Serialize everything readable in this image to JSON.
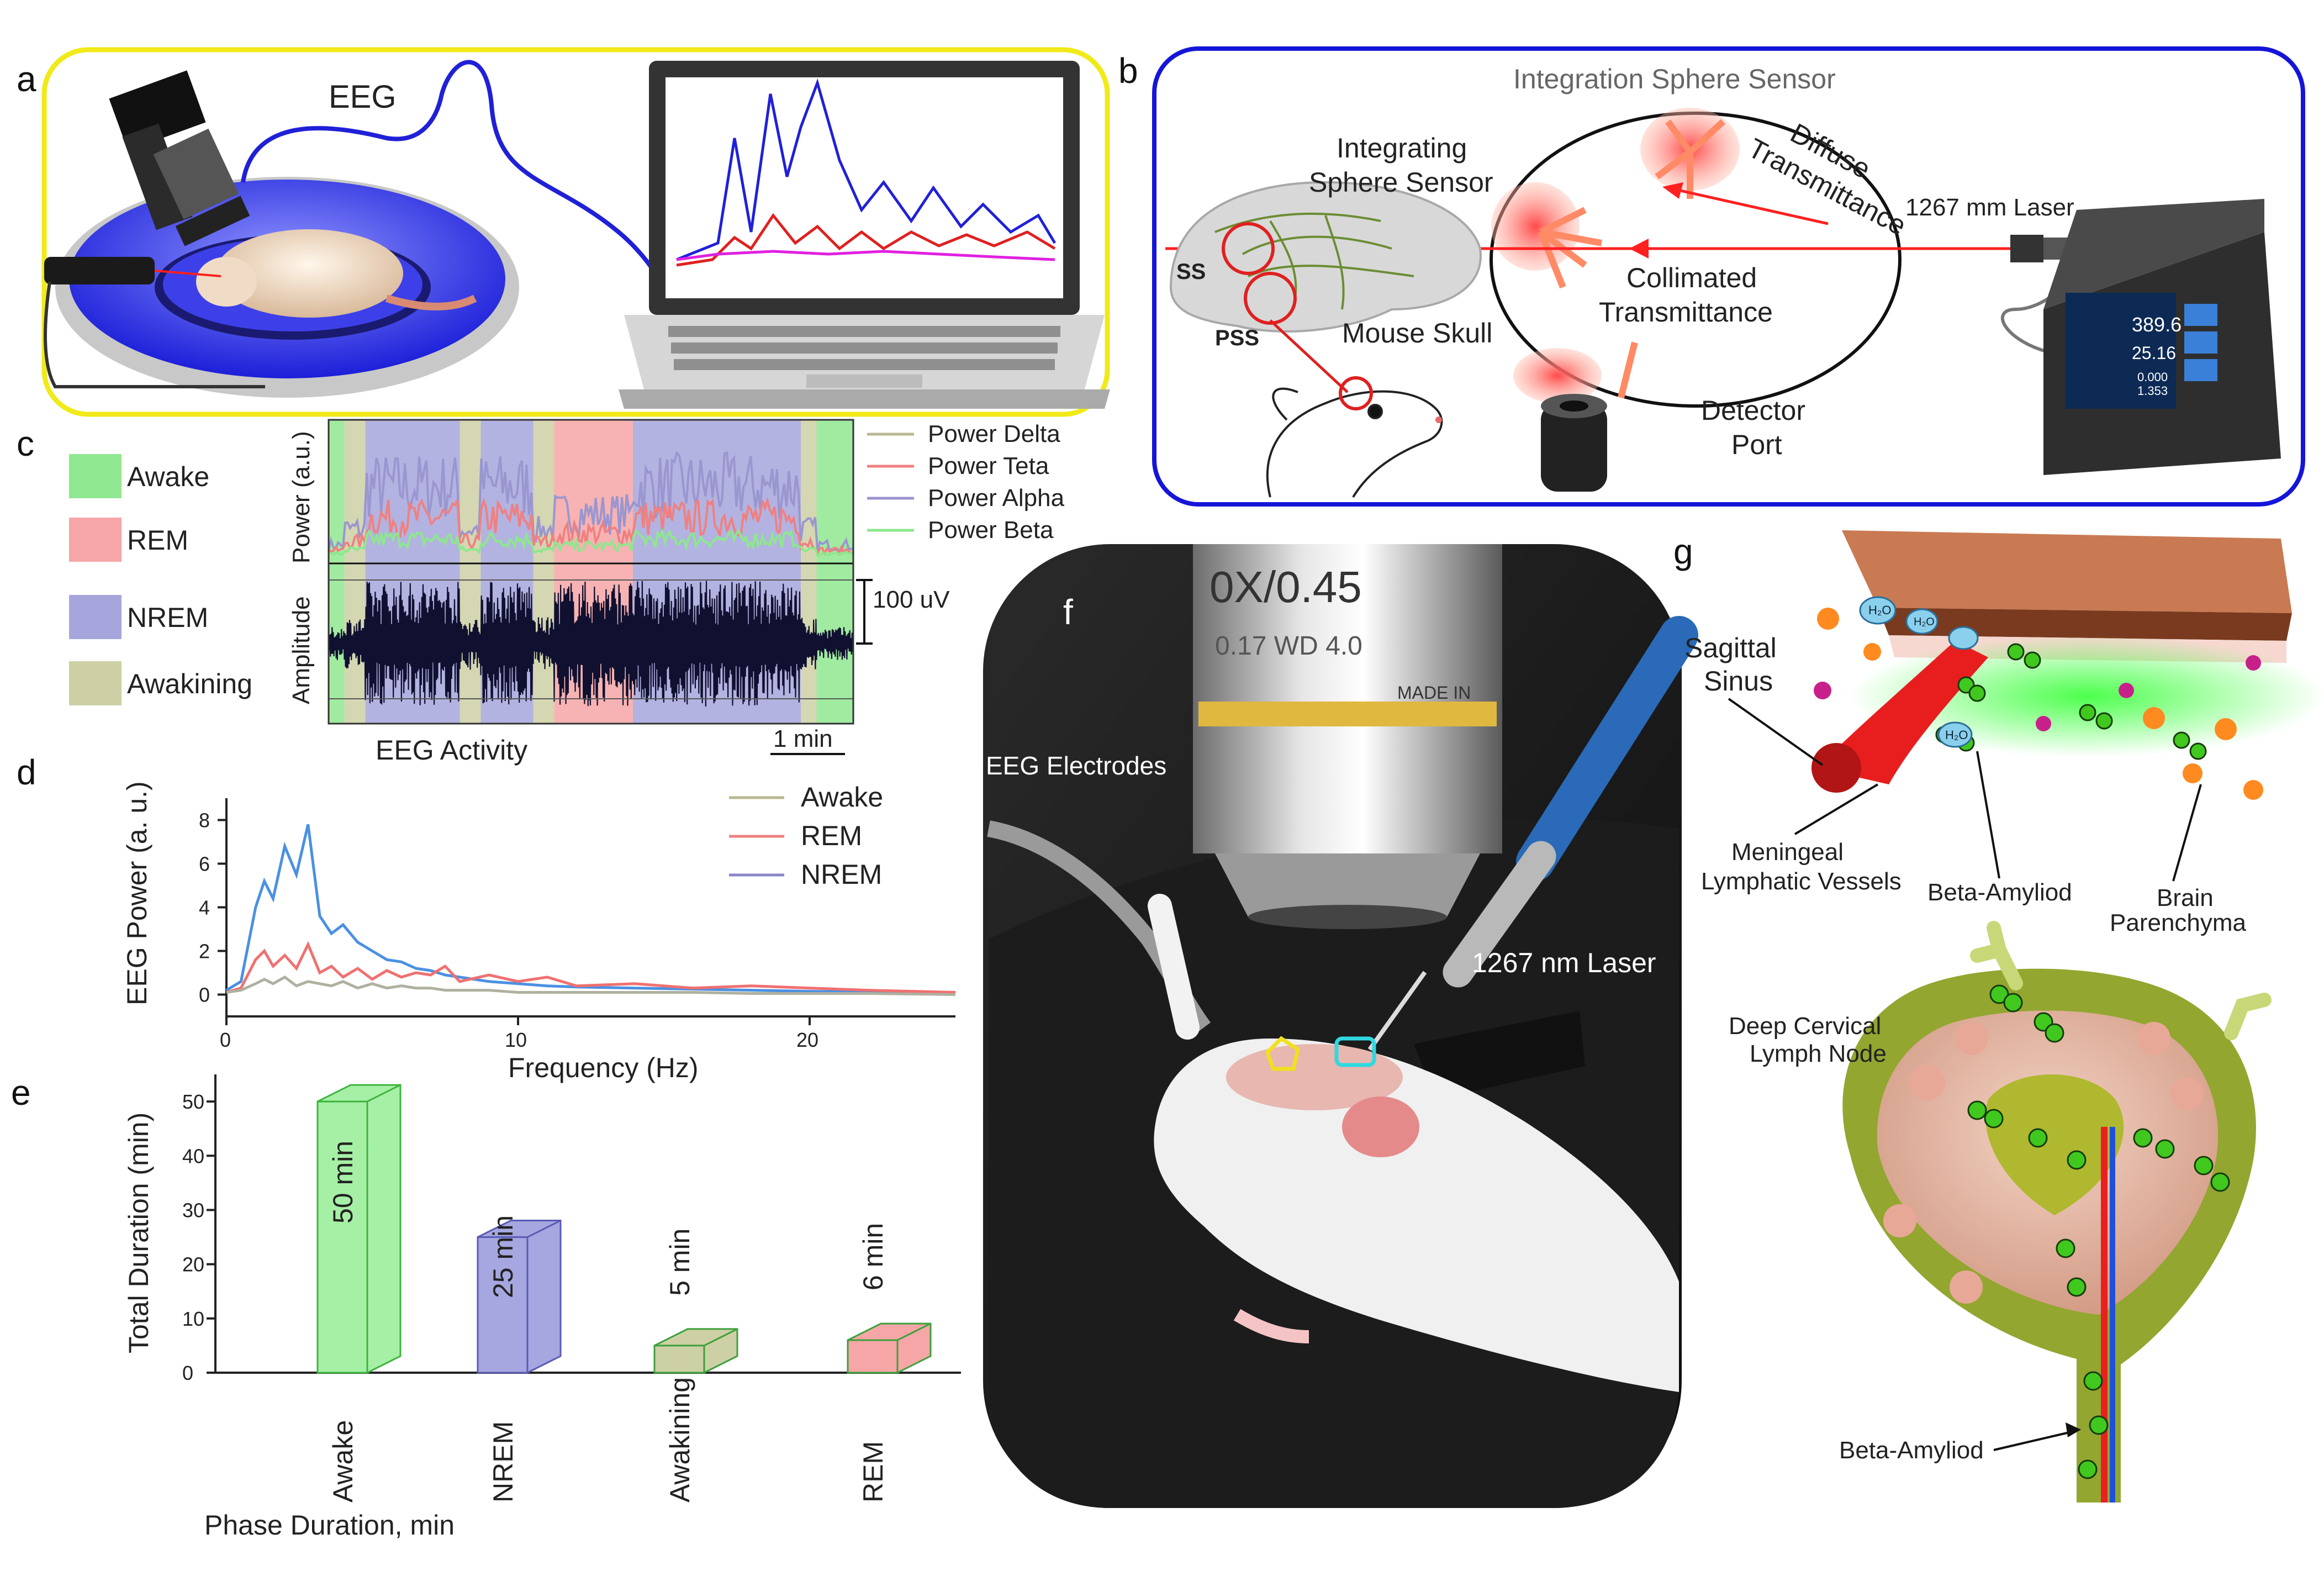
{
  "panels": {
    "a": {
      "letter": "a",
      "eeg_label": "EEG"
    },
    "b": {
      "letter": "b",
      "title": "Integration Sphere Sensor",
      "integrating_sensor": "Integrating\nSphere Sensor",
      "diffuse": "Diffuse\nTransmittance",
      "collimated": "Collimated\nTransmittance",
      "laser": "1267 mm Laser",
      "ss": "SS",
      "pss": "PSS",
      "mouse_skull": "Mouse Skull",
      "detector": "Detector\nPort",
      "meter_values": [
        "389.6",
        "25.16",
        "0.000",
        "1.353"
      ]
    },
    "c": {
      "letter": "c",
      "states": [
        {
          "name": "Awake",
          "color": "#8fe88f"
        },
        {
          "name": "REM",
          "color": "#f6a6a6"
        },
        {
          "name": "NREM",
          "color": "#a6a6dc"
        },
        {
          "name": "Awakining",
          "color": "#cdd0a4"
        }
      ],
      "power_legend": [
        {
          "name": "Power Delta",
          "color": "#b8b890"
        },
        {
          "name": "Power Teta",
          "color": "#f08080"
        },
        {
          "name": "Power Alpha",
          "color": "#9a96d0"
        },
        {
          "name": "Power Beta",
          "color": "#8ce88c"
        }
      ],
      "ylabel_top": "Power (a.u.)",
      "ylabel_bottom": "Amplitude",
      "scale": "100 uV",
      "time_scale": "1 min",
      "xlabel": "EEG Activity"
    },
    "d": {
      "letter": "d",
      "ylabel": "EEG Power (a. u.)",
      "xlabel": "Frequency (Hz)",
      "x_ticks": [
        "0",
        "10",
        "20"
      ],
      "y_ticks": [
        "0",
        "2",
        "4",
        "6",
        "8"
      ],
      "legend": [
        {
          "name": "Awake",
          "color": "#b8b890"
        },
        {
          "name": "REM",
          "color": "#f08080"
        },
        {
          "name": "NREM",
          "color": "#8a86c8"
        }
      ]
    },
    "e": {
      "letter": "e",
      "ylabel": "Total Duration (min)",
      "xlabel": "Phase Duration, min",
      "y_ticks": [
        "0",
        "10",
        "20",
        "30",
        "40",
        "50"
      ]
    },
    "f": {
      "letter": "f",
      "objective_1": "0X/0.45",
      "objective_2": "0.17  WD  4.0",
      "objective_3": "MADE IN",
      "electrodes": "EEG Electrodes",
      "laser": "1267 nm Laser"
    },
    "g": {
      "letter": "g",
      "sinus": "Sagittal\nSinus",
      "meningeal": "Meningeal\nLymphatic Vessels",
      "beta1": "Beta-Amyliod",
      "parenchyma": "Brain\nParenchyma",
      "lymph_node": "Deep Cervical\nLymph Node",
      "beta2": "Beta-Amyliod",
      "h2o": "H₂O"
    }
  },
  "chart_data": [
    {
      "type": "line",
      "x": [
        0,
        0.5,
        1,
        1.3,
        1.6,
        2.0,
        2.4,
        2.8,
        3.2,
        3.6,
        4.0,
        4.5,
        5,
        5.5,
        6,
        6.5,
        7,
        7.5,
        8,
        9,
        10,
        11,
        12,
        14,
        16,
        18,
        20,
        22,
        25
      ],
      "series": [
        {
          "name": "NREM",
          "values": [
            0.2,
            0.6,
            4.0,
            5.2,
            4.4,
            6.8,
            5.5,
            7.8,
            3.6,
            2.8,
            3.2,
            2.4,
            2.0,
            1.6,
            1.5,
            1.2,
            1.1,
            0.9,
            0.8,
            0.6,
            0.5,
            0.4,
            0.35,
            0.3,
            0.25,
            0.2,
            0.15,
            0.12,
            0.1
          ]
        },
        {
          "name": "REM",
          "values": [
            0.1,
            0.3,
            1.6,
            2.0,
            1.3,
            1.8,
            1.2,
            2.3,
            1.0,
            1.3,
            0.8,
            1.2,
            0.7,
            1.1,
            0.8,
            1.0,
            0.9,
            1.3,
            0.6,
            0.9,
            0.6,
            0.8,
            0.4,
            0.5,
            0.3,
            0.4,
            0.3,
            0.2,
            0.1
          ]
        },
        {
          "name": "Awake",
          "values": [
            0.1,
            0.2,
            0.5,
            0.7,
            0.5,
            0.8,
            0.4,
            0.6,
            0.5,
            0.4,
            0.6,
            0.3,
            0.5,
            0.3,
            0.4,
            0.3,
            0.3,
            0.2,
            0.2,
            0.2,
            0.1,
            0.1,
            0.1,
            0.1,
            0.1,
            0.05,
            0.05,
            0.05,
            0.0
          ]
        }
      ],
      "xlabel": "Frequency (Hz)",
      "ylabel": "EEG Power (a. u.)",
      "xlim": [
        0,
        25
      ],
      "ylim": [
        -1,
        9
      ]
    },
    {
      "type": "bar",
      "categories": [
        "Awake",
        "NREM",
        "Awakining",
        "REM"
      ],
      "values": [
        50,
        25,
        5,
        6
      ],
      "bar_labels": [
        "50 min",
        "25 min",
        "5 min",
        "6 min"
      ],
      "colors": [
        "#a6f0a6",
        "#a6a6e0",
        "#cdd0a4",
        "#f6a6a6"
      ],
      "edge_colors": [
        "#3cb43c",
        "#5a5ab4",
        "#3ca03c",
        "#3ca03c"
      ],
      "xlabel": "Phase Duration, min",
      "ylabel": "Total Duration (min)",
      "ylim": [
        0,
        55
      ]
    }
  ]
}
